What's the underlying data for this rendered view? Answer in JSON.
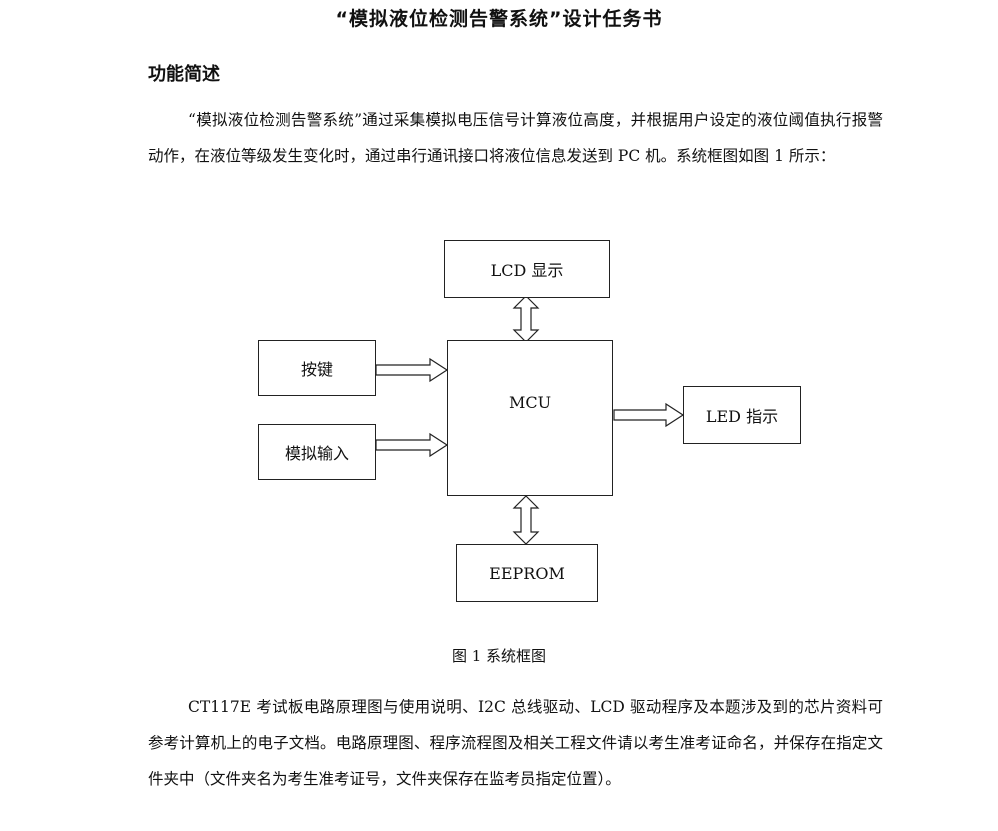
{
  "document": {
    "title": "“模拟液位检测告警系统”设计任务书",
    "section_heading": "功能简述",
    "paragraph_1": "“模拟液位检测告警系统”通过采集模拟电压信号计算液位高度，并根据用户设定的液位阈值执行报警动作，在液位等级发生变化时，通过串行通讯接口将液位信息发送到 PC 机。系统框图如图 1 所示：",
    "paragraph_2": "CT117E 考试板电路原理图与使用说明、I2C 总线驱动、LCD 驱动程序及本题涉及到的芯片资料可参考计算机上的电子文档。电路原理图、程序流程图及相关工程文件请以考生准考证命名，并保存在指定文件夹中（文件夹名为考生准考证号，文件夹保存在监考员指定位置）。"
  },
  "diagram": {
    "blocks": {
      "lcd": "LCD 显示",
      "keys": "按键",
      "analog_input": "模拟输入",
      "mcu": "MCU",
      "led": "LED 指示",
      "eeprom": "EEPROM"
    },
    "caption": "图 1  系统框图"
  }
}
